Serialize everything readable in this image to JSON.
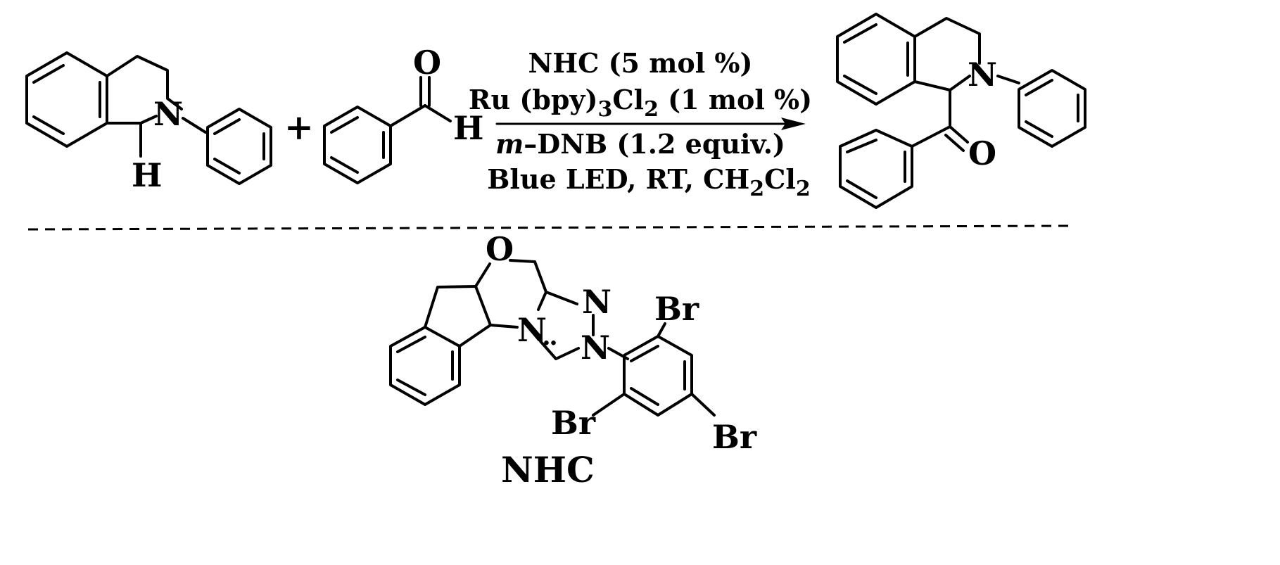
{
  "reactant1": {
    "atom_N": "N",
    "atom_H": "H"
  },
  "plus_sign": "+",
  "reactant2": {
    "atom_O": "O",
    "atom_H": "H"
  },
  "conditions": {
    "line1": "NHC (5 mol %)",
    "line2": {
      "a": "Ru (bpy)",
      "s1": "3",
      "b": "Cl",
      "s2": "2",
      "c": " (1 mol %)"
    },
    "line3": {
      "italic": "m",
      "rest": "–DNB (1.2 equiv.)"
    },
    "line4": {
      "a": "Blue LED, RT, CH",
      "s1": "2",
      "b": "Cl",
      "s2": "2"
    }
  },
  "product": {
    "atom_N": "N",
    "atom_O": "O"
  },
  "catalyst": {
    "atom_O": "O",
    "atom_N1": "N",
    "atom_N2": "N",
    "atom_N3": "N",
    "carbene_dots": "¨",
    "br_top": "Br",
    "br_left": "Br",
    "br_right": "Br",
    "label": "NHC"
  }
}
